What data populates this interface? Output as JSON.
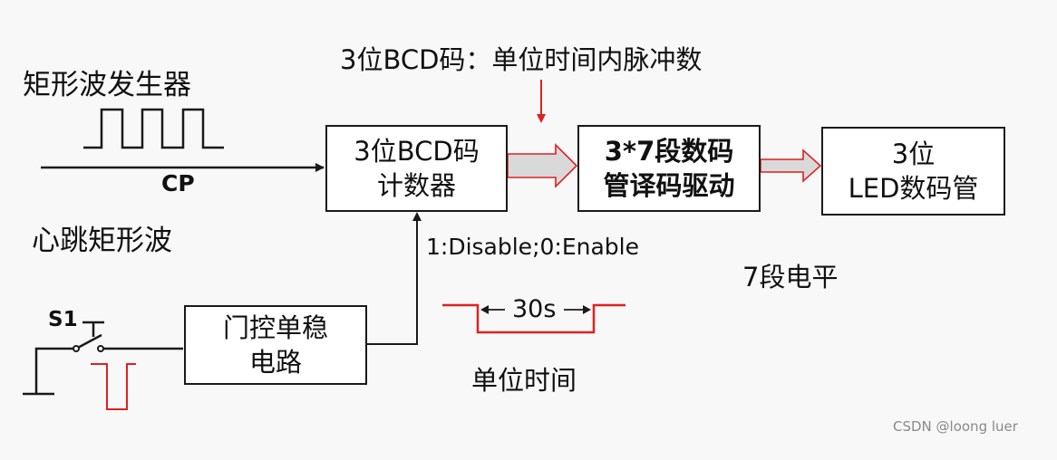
{
  "colors": {
    "line": "#1a1a1a",
    "red": "#e02020",
    "arrow_fill": "#d9d9d9",
    "background": "#f8f8f8",
    "watermark": "#8a8a8a"
  },
  "labels": {
    "generator": "矩形波发生器",
    "cp": "CP",
    "heartbeat": "心跳矩形波",
    "bcd_note": "3位BCD码：单位时间内脉冲数",
    "disable_enable": "1:Disable;0:Enable",
    "seven_level": "7段电平",
    "s1": "S1",
    "duration": "30s",
    "unit_time": "单位时间"
  },
  "boxes": {
    "counter": {
      "line1": "3位BCD码",
      "line2": "计数器"
    },
    "decoder": {
      "line1": "3*7段数码",
      "line2": "管译码驱动"
    },
    "display": {
      "line1": "3位",
      "line2": "LED数码管"
    },
    "monostable": {
      "line1": "门控单稳",
      "line2": "电路"
    }
  },
  "watermark": "CSDN @loong luer"
}
